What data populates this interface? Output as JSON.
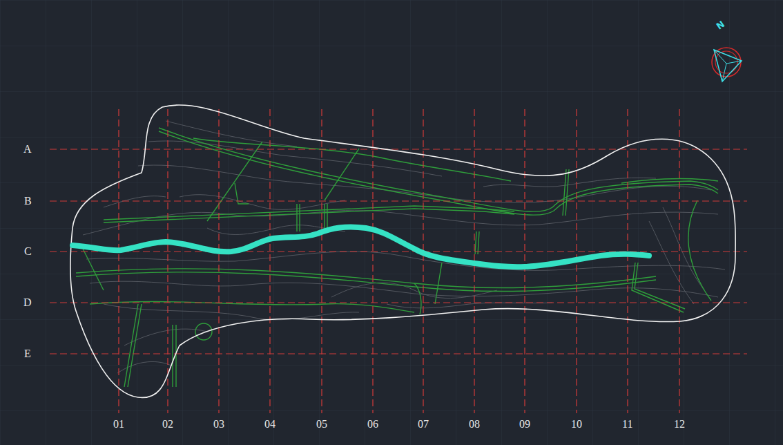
{
  "diagram": {
    "labels": [
      "N",
      "A",
      "B",
      "C",
      "D",
      "E",
      "01",
      "02",
      "03",
      "04",
      "05",
      "06",
      "07",
      "08",
      "09",
      "10",
      "11",
      "12"
    ]
  }
}
